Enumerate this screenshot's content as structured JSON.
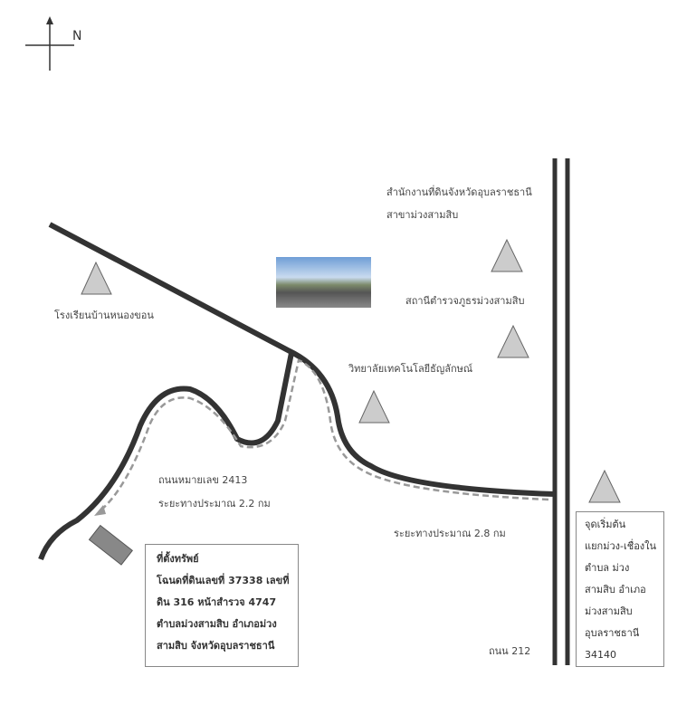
{
  "compass": {
    "north_label": "N"
  },
  "labels": {
    "school": "โรงเรียนบ้านหนองขอน",
    "land_office_line1": "สำนักงานที่ดินจังหวัดอุบลราชธานี",
    "land_office_line2": "สาขาม่วงสามสิบ",
    "police": "สถานีตำรวจภูธรม่วงสามสิบ",
    "college": "วิทยาลัยเทคโนโลยีธัญลักษณ์",
    "road_2413": "ถนนหมายเลข 2413",
    "distance_2_2": "ระยะทางประมาณ 2.2 กม",
    "distance_2_8": "ระยะทางประมาณ 2.8 กม",
    "road_212": "ถนน 212"
  },
  "property_box": {
    "title": "ที่ตั้งทรัพย์",
    "lines": [
      "โฉนดที่ดินเลขที่ 37338 เลขที่",
      "ดิน 316 หน้าสำรวจ 4747",
      "ตำบลม่วงสามสิบ อำเภอม่วง",
      "สามสิบ จังหวัดอุบลราชธานี"
    ]
  },
  "start_box": {
    "lines": [
      "จุดเริ่มต้น",
      "แยกม่วง-เชื่องใน",
      "ตำบล ม่วง",
      "สามสิบ อำเภอ",
      "ม่วงสามสิบ",
      "อุบลราชธานี",
      "34140"
    ]
  },
  "colors": {
    "road": "#333333",
    "route": "#999999",
    "landmark": "#cccccc",
    "property": "#888888"
  }
}
